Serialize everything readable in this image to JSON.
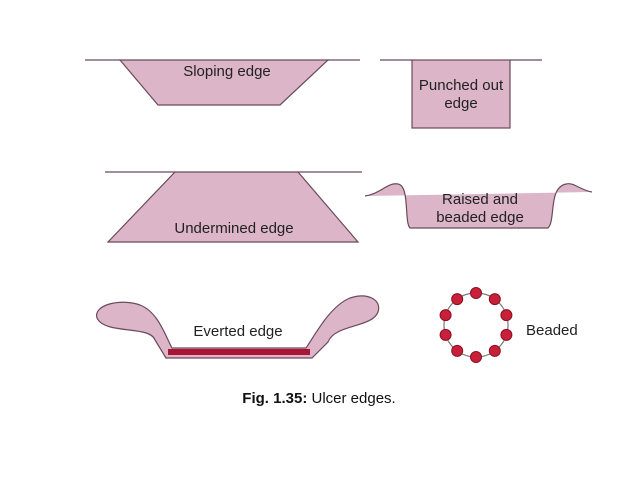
{
  "colors": {
    "fill": "#dcb5c9",
    "stroke": "#6b4a5a",
    "bead": "#c8203a",
    "bead_stroke": "#8a1020",
    "everted_base": "#a81535"
  },
  "edges": {
    "sloping": {
      "label": "Sloping edge"
    },
    "punched": {
      "label_line1": "Punched out",
      "label_line2": "edge"
    },
    "undermined": {
      "label": "Undermined edge"
    },
    "raised": {
      "label_line1": "Raised and",
      "label_line2": "beaded edge"
    },
    "everted": {
      "label": "Everted edge"
    },
    "beaded": {
      "label": "Beaded"
    }
  },
  "caption": {
    "figure_number": "Fig. 1.35:",
    "text": " Ulcer edges."
  }
}
